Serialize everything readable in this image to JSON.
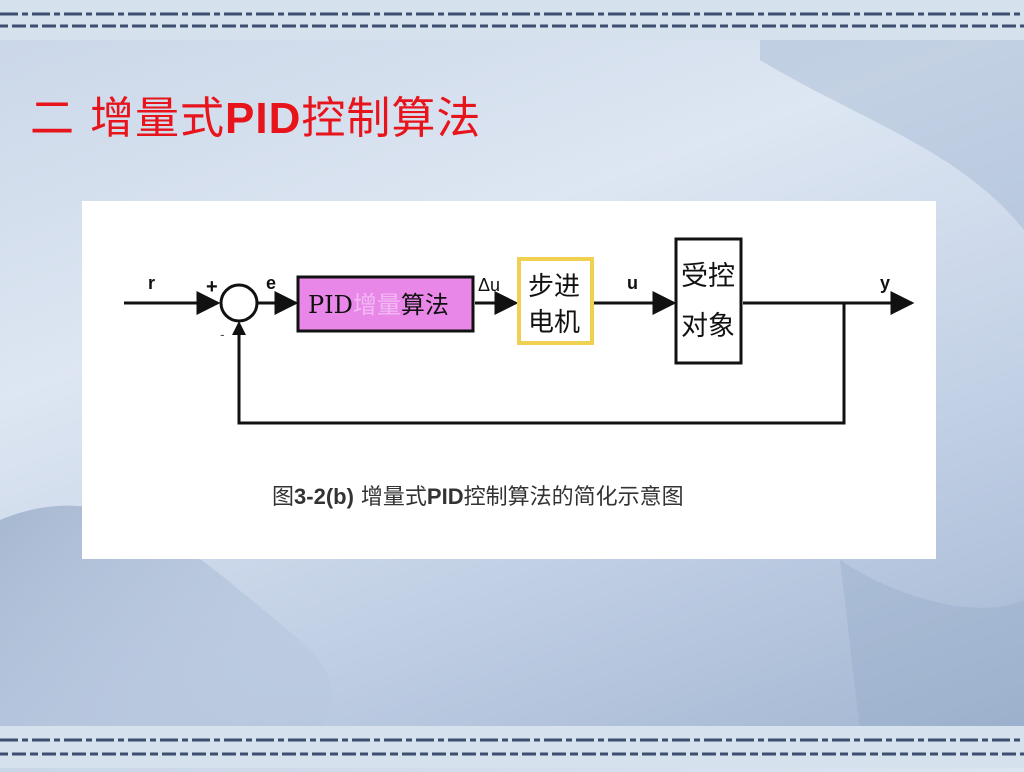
{
  "slide": {
    "title_prefix": "二  增量式",
    "title_latin": "PID",
    "title_suffix": "控制算法"
  },
  "diagram": {
    "signal_r": "r",
    "signal_e": "e",
    "signal_delta_u": "Δu",
    "signal_u": "u",
    "signal_y": "y",
    "sum_plus": "+",
    "sum_minus": "-",
    "pid_block_prefix": "PID",
    "pid_block_faded": "增量",
    "pid_block_suffix": "算法",
    "motor_line1": "步进",
    "motor_line2": "电机",
    "plant_line1": "受控",
    "plant_line2": "对象",
    "colors": {
      "pid_fill": "#e887e8",
      "motor_border": "#f0d050",
      "line": "#111111"
    }
  },
  "caption": {
    "prefix": "图",
    "number": "3-2(b)",
    "text_a": "  增量式",
    "text_pid": "PID",
    "text_b": "控制算法的简化示意图"
  }
}
